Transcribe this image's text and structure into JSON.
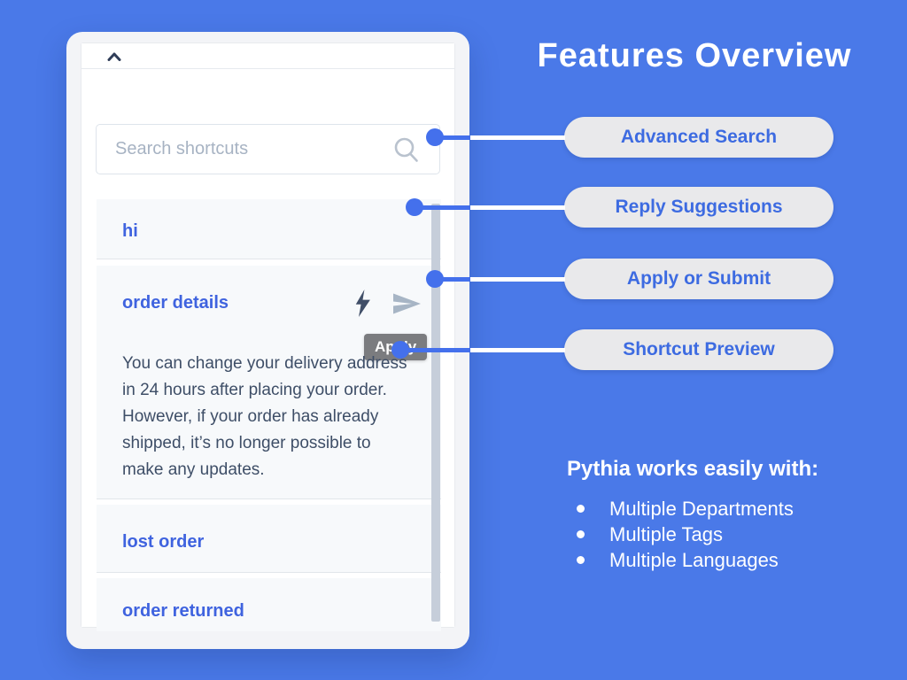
{
  "title": "Features Overview",
  "panel": {
    "search_placeholder": "Search shortcuts",
    "shortcuts": [
      {
        "name": "hi"
      },
      {
        "name": "order details",
        "apply_tooltip": "Apply",
        "preview": "You can change your delivery address in 24 hours after placing your order. However, if your order has already shipped, it’s no longer possible to make any updates."
      },
      {
        "name": "lost order"
      },
      {
        "name": "order returned"
      }
    ]
  },
  "callouts": [
    "Advanced Search",
    "Reply Suggestions",
    "Apply or Submit",
    "Shortcut Preview"
  ],
  "integrations": {
    "heading": "Pythia works easily with:",
    "items": [
      "Multiple Departments",
      "Multiple Tags",
      "Multiple Languages"
    ]
  },
  "icons": {
    "collapse": "chevron-up-icon",
    "search": "search-icon",
    "apply": "lightning-icon",
    "send": "paper-plane-icon"
  },
  "colors": {
    "background": "#4A79E8",
    "connector_blue": "#4470EC",
    "shortcut_link_blue": "#3F63DF",
    "pill_background": "#E9E9EB",
    "pill_text": "#3D6BE1",
    "preview_text": "#3E4E67",
    "tooltip_background": "#7B7C7F",
    "scrollbar_thumb": "#C6CEDA",
    "list_row_background": "#F7F9FB"
  }
}
